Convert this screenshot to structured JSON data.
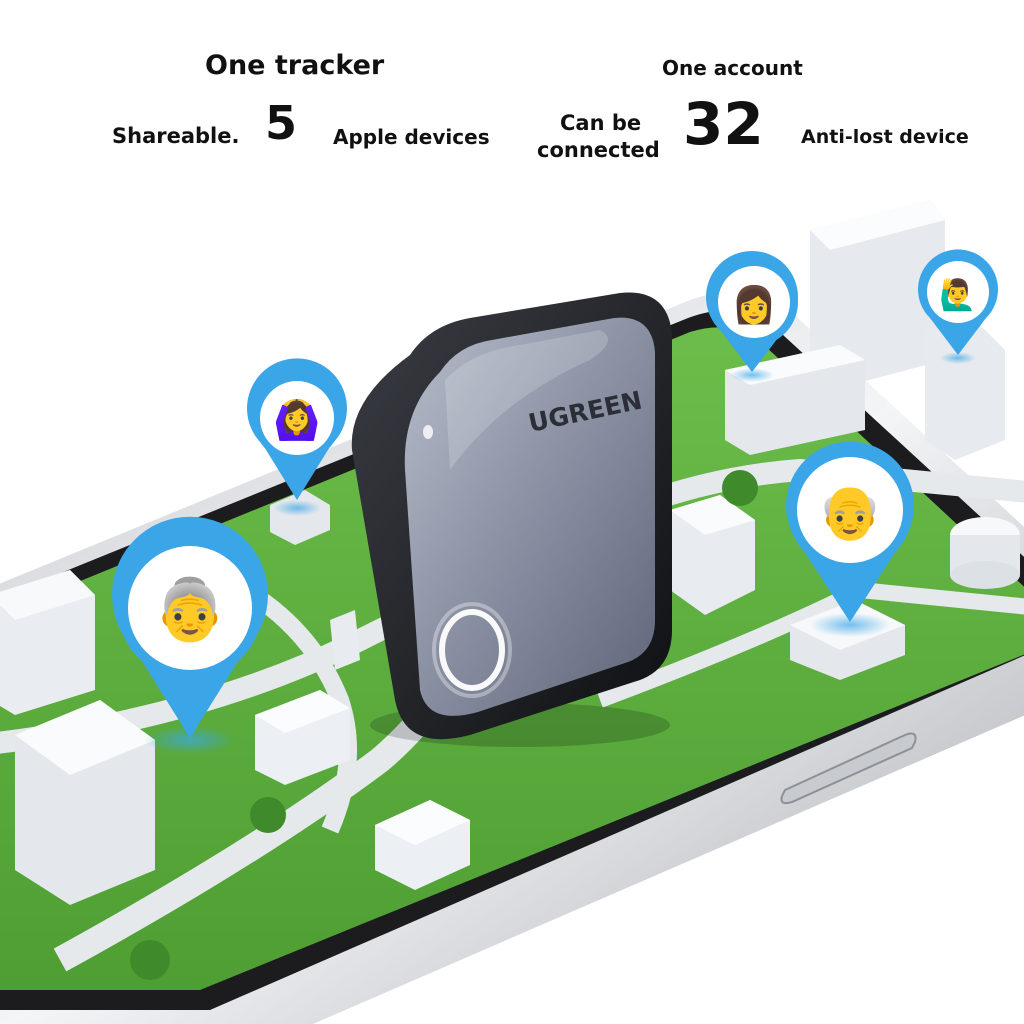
{
  "headline_left": {
    "top_line": "One tracker",
    "prefix": "Shareable.",
    "number": "5",
    "suffix": "Apple devices"
  },
  "headline_right": {
    "top_line": "One account",
    "prefix_line1": "Can be",
    "prefix_line2": "connected",
    "number": "32",
    "suffix": "Anti-lost device"
  },
  "tracker": {
    "brand": "UGREEN"
  },
  "colors": {
    "pin": "#3aa6e8",
    "grass": "#5cb03c",
    "road": "#e6e9ec",
    "building": "#eef1f4",
    "phone_frame": "#222222",
    "tracker_face": "#8f96a8"
  },
  "icons": {
    "pins": [
      "woman-raising-arms-icon",
      "grandmother-icon",
      "woman-face-icon",
      "man-waving-icon",
      "grandfather-icon"
    ]
  }
}
